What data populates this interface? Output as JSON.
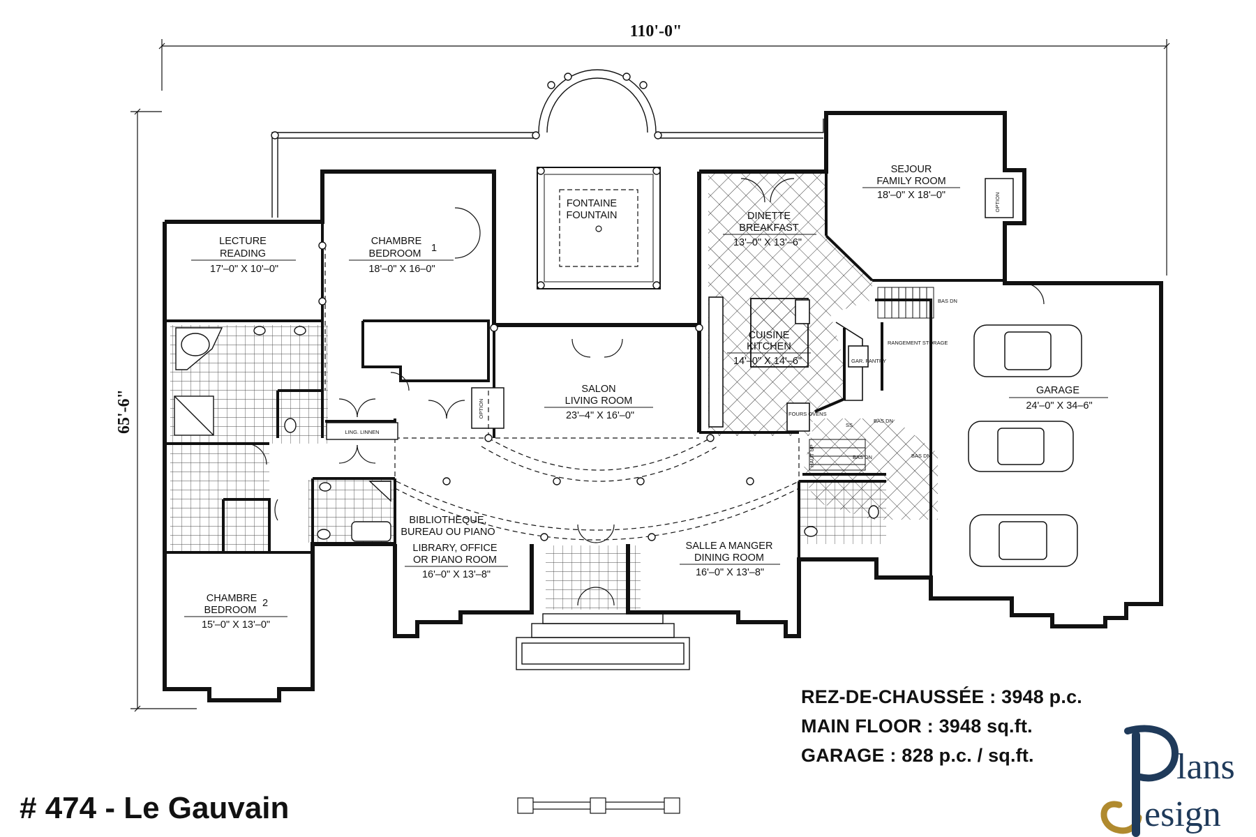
{
  "dimensions": {
    "width": "110'-0\"",
    "depth": "65'-6\""
  },
  "rooms": {
    "lecture": {
      "fr": "LECTURE",
      "en": "READING",
      "size": "17'–0\" X 10'–0\""
    },
    "bedroom1": {
      "fr": "CHAMBRE",
      "en": "BEDROOM",
      "num": "1",
      "size": "18'–0\" X 16–0\""
    },
    "fountain": {
      "fr": "FONTAINE",
      "en": "FOUNTAIN"
    },
    "breakfast": {
      "fr": "DINETTE",
      "en": "BREAKFAST",
      "size": "13'–0\" X 13'–6\""
    },
    "family": {
      "fr": "SEJOUR",
      "en": "FAMILY ROOM",
      "size": "18'–0\" X 18'–0\""
    },
    "kitchen": {
      "fr": "CUISINE",
      "en": "KITCHEN",
      "size": "14'–0\" X 14'–6\""
    },
    "living": {
      "fr": "SALON",
      "en": "LIVING ROOM",
      "size": "23'–4\" X 16'–0\""
    },
    "garage": {
      "en": "GARAGE",
      "size": "24'–0\" X 34–6\""
    },
    "library": {
      "l1": "BIBLIOTHEQUE,",
      "l2": "BUREAU OU PIANO",
      "l3": "LIBRARY, OFFICE",
      "l4": "OR PIANO ROOM",
      "size": "16'–0\" X 13'–8\""
    },
    "dining": {
      "fr": "SALLE A MANGER",
      "en": "DINING ROOM",
      "size": "16'–0\" X 13'–8\""
    },
    "bedroom2": {
      "fr": "CHAMBRE",
      "en": "BEDROOM",
      "num": "2",
      "size": "15'–0\" X 13'–0\""
    }
  },
  "small_labels": {
    "linen": "LING. LINNEN",
    "option": "OPTION",
    "bas_dn": "BAS DN",
    "haut_up": "HAUT UP",
    "storage": "RANGEMENT STORAGE",
    "pantry": "GAR. PANTRY",
    "ovens": "FOURS OVENS",
    "ss": "SS"
  },
  "stats": {
    "main_fr": "REZ-DE-CHAUSSÉE : 3948 p.c.",
    "main_en": "MAIN FLOOR : 3948 sq.ft.",
    "garage": "GARAGE : 828 p.c. / sq.ft."
  },
  "plan_title": "# 474 - Le Gauvain",
  "logo": {
    "text_top": "lans",
    "text_bottom": "esign",
    "accent": "#b08a2e",
    "navy": "#1f3a5a"
  }
}
